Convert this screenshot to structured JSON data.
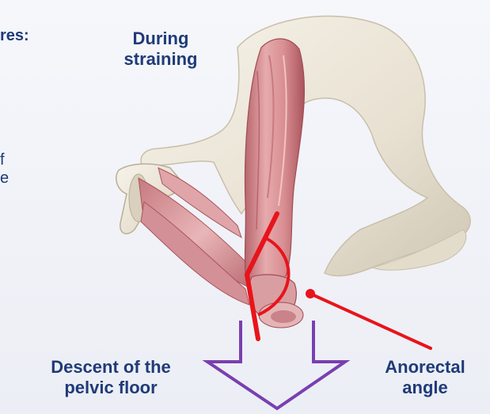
{
  "left_fragments": {
    "line1": "res:",
    "line2": "f",
    "line3": "e"
  },
  "labels": {
    "during_straining": "During\nstraining",
    "descent": "Descent of the\npelvic floor",
    "anorectal": "Anorectal\nangle"
  },
  "colors": {
    "text": "#1f3b78",
    "indicator_red": "#e8141b",
    "arrow_purple": "#7a3fb0",
    "bone": "#eee8dc",
    "muscle": "#d98f93"
  }
}
